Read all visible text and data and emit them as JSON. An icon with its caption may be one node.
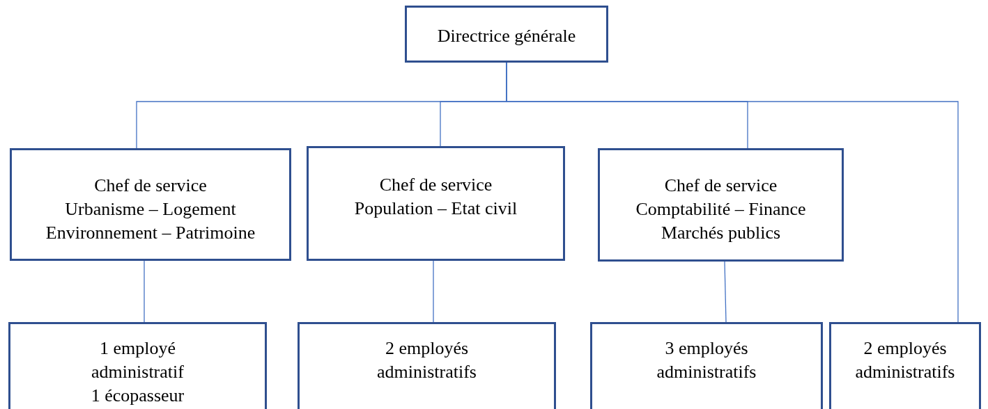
{
  "diagram": {
    "nodes": [
      {
        "text": [
          "Directrice générale"
        ]
      },
      {
        "text": [
          "Chef de service",
          "Urbanisme – Logement",
          "Environnement – Patrimoine"
        ]
      },
      {
        "text": [
          "Chef de service",
          "Population – Etat civil"
        ]
      },
      {
        "text": [
          "Chef de service",
          "Comptabilité – Finance",
          "Marchés publics"
        ]
      },
      {
        "text": [
          "1 employé administratif",
          "1 écopasseur"
        ]
      },
      {
        "text": [
          "2 employés administratifs"
        ]
      },
      {
        "text": [
          "3 employés administratifs"
        ]
      },
      {
        "text": [
          "2 employés administratifs"
        ]
      }
    ],
    "edges": [
      {
        "from": 0,
        "to": 1,
        "arrow": "none"
      },
      {
        "from": 0,
        "to": 2,
        "arrow": "none"
      },
      {
        "from": 0,
        "to": 3,
        "arrow": "none"
      },
      {
        "from": 0,
        "to": 7,
        "arrow": "none"
      },
      {
        "from": 1,
        "to": 4,
        "arrow": "none"
      },
      {
        "from": 2,
        "to": 5,
        "arrow": "none"
      },
      {
        "from": 3,
        "to": 6,
        "arrow": "none"
      }
    ]
  }
}
